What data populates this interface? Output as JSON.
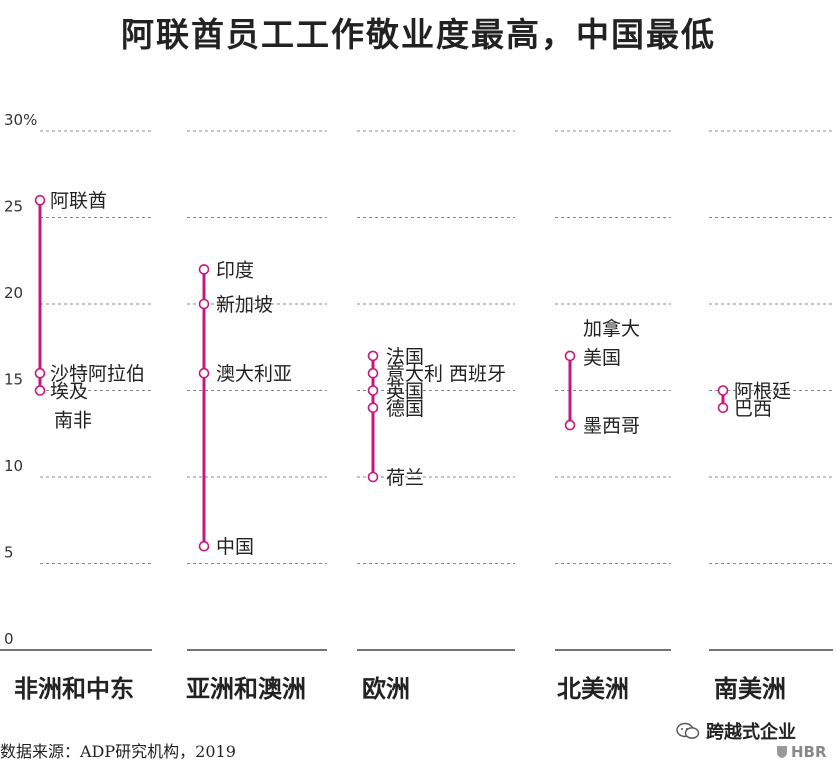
{
  "chart_data": {
    "type": "range-dot",
    "title": "阿联酋员工工作敬业度最高，中国最低",
    "yticks": [
      "0",
      "5",
      "10",
      "15",
      "20",
      "25",
      "30%"
    ],
    "ytick_values": [
      0,
      5,
      10,
      15,
      20,
      25,
      30
    ],
    "ylim": [
      0,
      30
    ],
    "grid": true,
    "colors": {
      "accent": "#c8157f",
      "grid": "#888888",
      "axis": "#222222"
    },
    "groups": [
      {
        "region": "非洲和中东",
        "points": [
          {
            "country": "阿联酋",
            "value": 26
          },
          {
            "country": "沙特阿拉伯",
            "value": 16
          },
          {
            "country": "埃及\n南非",
            "value": 15
          }
        ]
      },
      {
        "region": "亚洲和澳洲",
        "points": [
          {
            "country": "印度",
            "value": 22
          },
          {
            "country": "新加坡",
            "value": 20
          },
          {
            "country": "澳大利亚",
            "value": 16
          },
          {
            "country": "中国",
            "value": 6
          }
        ]
      },
      {
        "region": "欧洲",
        "points": [
          {
            "country": "法国",
            "value": 17
          },
          {
            "country": "意大利  西班牙",
            "value": 16
          },
          {
            "country": "英国",
            "value": 15
          },
          {
            "country": "德国",
            "value": 14
          },
          {
            "country": "荷兰",
            "value": 10
          }
        ]
      },
      {
        "region": "北美洲",
        "points": [
          {
            "country": "加拿大\n美国",
            "value": 17
          },
          {
            "country": "墨西哥",
            "value": 13
          }
        ]
      },
      {
        "region": "南美洲",
        "points": [
          {
            "country": "阿根廷",
            "value": 15
          },
          {
            "country": "巴西",
            "value": 14
          }
        ]
      }
    ]
  },
  "source": "数据来源：ADP研究机构，2019",
  "watermark": "跨越式企业",
  "brand": "HBR"
}
